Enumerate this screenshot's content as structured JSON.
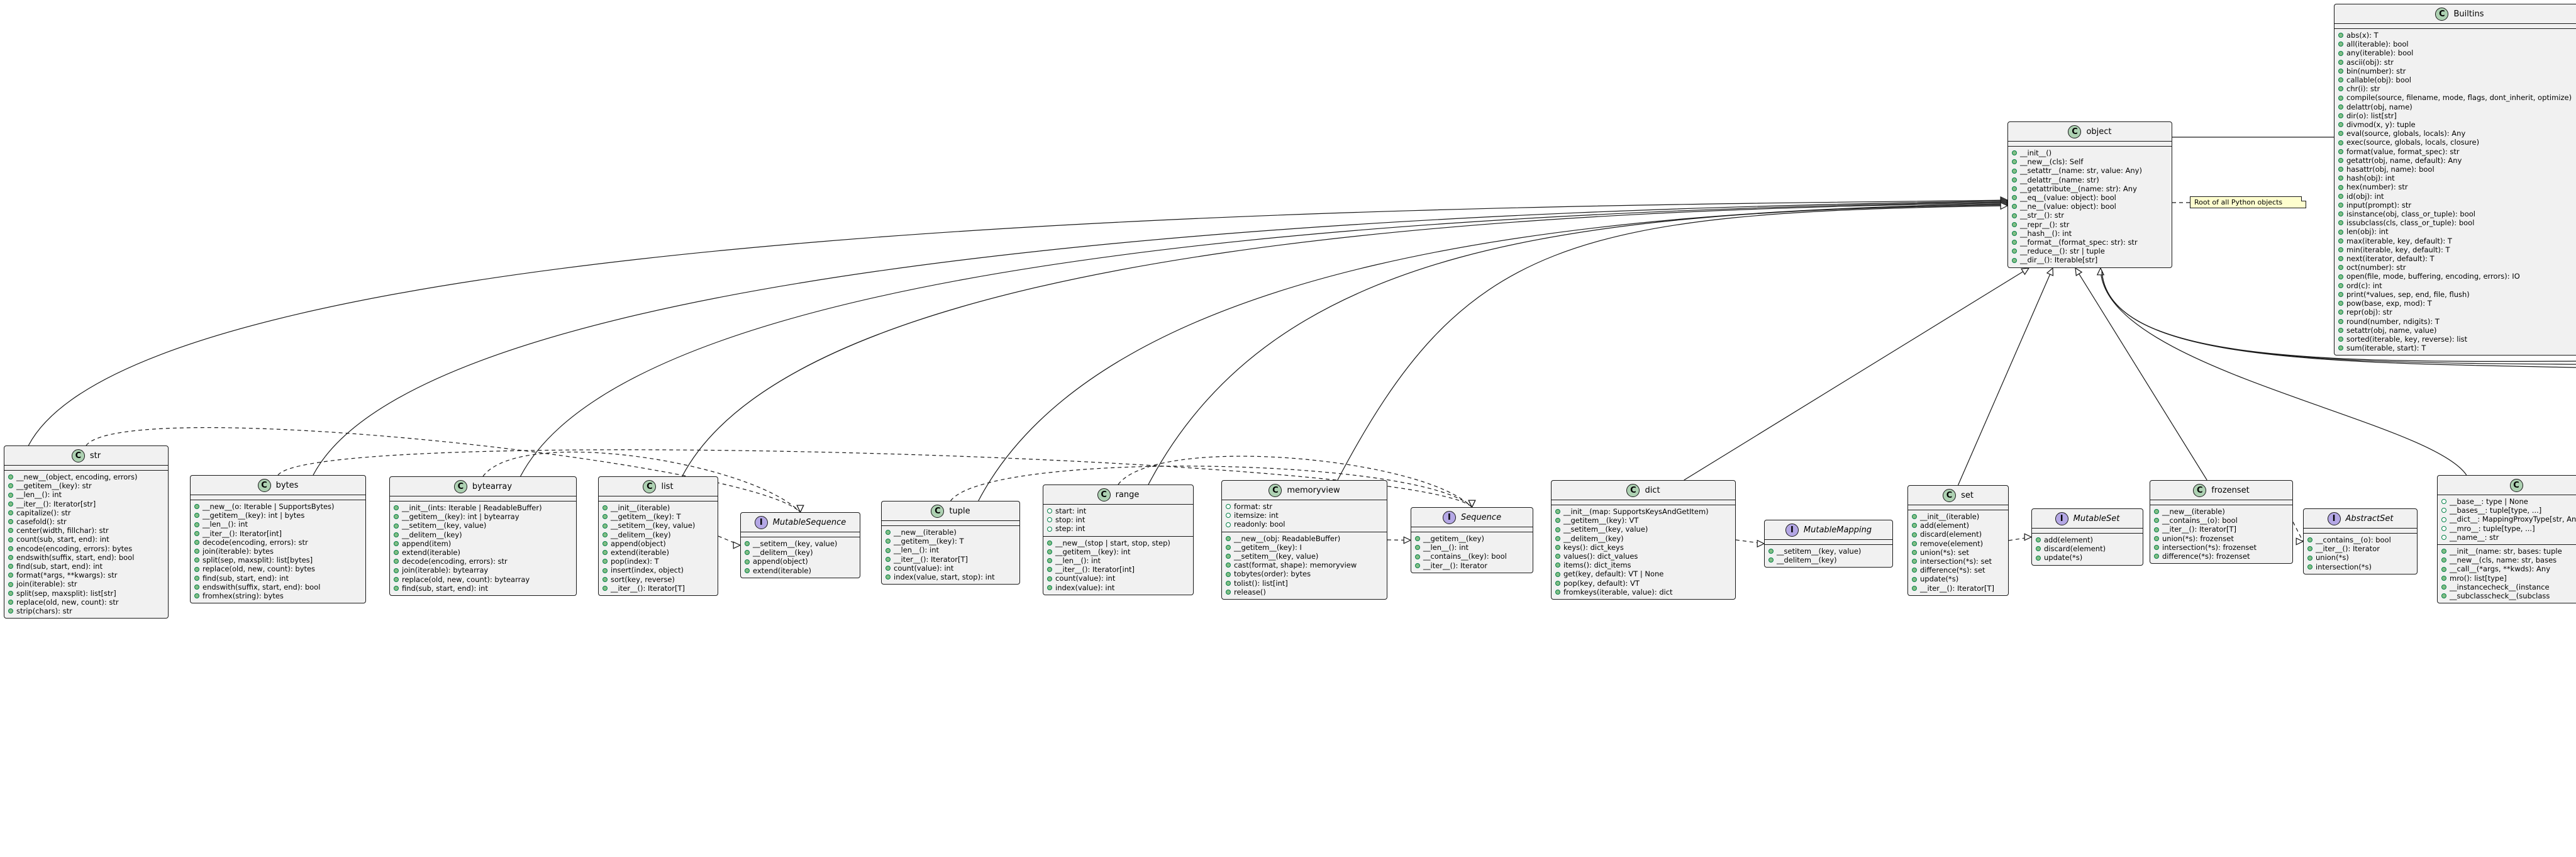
{
  "classes": [
    {
      "id": "object",
      "kind": "C",
      "name": "object",
      "fields": [],
      "methods": [
        "__init__()",
        "__new__(cls): Self",
        "__setattr__(name: str, value: Any)",
        "__delattr__(name: str)",
        "__getattribute__(name: str): Any",
        "__eq__(value: object): bool",
        "__ne__(value: object): bool",
        "__str__(): str",
        "__repr__(): str",
        "__hash__(): int",
        "__format__(format_spec: str): str",
        "__reduce__(): str | tuple",
        "__dir__(): Iterable[str]"
      ]
    },
    {
      "id": "builtins",
      "kind": "C",
      "name": "Builtins",
      "fields": [],
      "methods": [
        "abs(x): T",
        "all(iterable): bool",
        "any(iterable): bool",
        "ascii(obj): str",
        "bin(number): str",
        "callable(obj): bool",
        "chr(i): str",
        "compile(source, filename, mode, flags, dont_inherit, optimize)",
        "delattr(obj, name)",
        "dir(o): list[str]",
        "divmod(x, y): tuple",
        "eval(source, globals, locals): Any",
        "exec(source, globals, locals, closure)",
        "format(value, format_spec): str",
        "getattr(obj, name, default): Any",
        "hasattr(obj, name): bool",
        "hash(obj): int",
        "hex(number): str",
        "id(obj): int",
        "input(prompt): str",
        "isinstance(obj, class_or_tuple): bool",
        "issubclass(cls, class_or_tuple): bool",
        "len(obj): int",
        "max(iterable, key, default): T",
        "min(iterable, key, default): T",
        "next(iterator, default): T",
        "oct(number): str",
        "open(file, mode, buffering, encoding, errors): IO",
        "ord(c): int",
        "print(*values, sep, end, file, flush)",
        "pow(base, exp, mod): T",
        "repr(obj): str",
        "round(number, ndigits): T",
        "setattr(obj, name, value)",
        "sorted(iterable, key, reverse): list",
        "sum(iterable, start): T"
      ]
    },
    {
      "id": "str",
      "kind": "C",
      "name": "str",
      "fields": [],
      "methods": [
        "__new__(object, encoding, errors)",
        "__getitem__(key): str",
        "__len__(): int",
        "__iter__(): Iterator[str]",
        "capitalize(): str",
        "casefold(): str",
        "center(width, fillchar): str",
        "count(sub, start, end): int",
        "encode(encoding, errors): bytes",
        "endswith(suffix, start, end): bool",
        "find(sub, start, end): int",
        "format(*args, **kwargs): str",
        "join(iterable): str",
        "split(sep, maxsplit): list[str]",
        "replace(old, new, count): str",
        "strip(chars): str"
      ]
    },
    {
      "id": "bytes",
      "kind": "C",
      "name": "bytes",
      "fields": [],
      "methods": [
        "__new__(o: Iterable | SupportsBytes)",
        "__getitem__(key): int | bytes",
        "__len__(): int",
        "__iter__(): Iterator[int]",
        "decode(encoding, errors): str",
        "join(iterable): bytes",
        "split(sep, maxsplit): list[bytes]",
        "replace(old, new, count): bytes",
        "find(sub, start, end): int",
        "endswith(suffix, start, end): bool",
        "fromhex(string): bytes"
      ]
    },
    {
      "id": "bytearray",
      "kind": "C",
      "name": "bytearray",
      "fields": [],
      "methods": [
        "__init__(ints: Iterable | ReadableBuffer)",
        "__getitem__(key): int | bytearray",
        "__setitem__(key, value)",
        "__delitem__(key)",
        "append(item)",
        "extend(iterable)",
        "decode(encoding, errors): str",
        "join(iterable): bytearray",
        "replace(old, new, count): bytearray",
        "find(sub, start, end): int"
      ]
    },
    {
      "id": "list",
      "kind": "C",
      "name": "list",
      "fields": [],
      "methods": [
        "__init__(iterable)",
        "__getitem__(key): T",
        "__setitem__(key, value)",
        "__delitem__(key)",
        "append(object)",
        "extend(iterable)",
        "pop(index): T",
        "insert(index, object)",
        "sort(key, reverse)",
        "__iter__(): Iterator[T]"
      ]
    },
    {
      "id": "mutableseq",
      "kind": "I",
      "name": "MutableSequence",
      "fields": [],
      "methods": [
        "__setitem__(key, value)",
        "__delitem__(key)",
        "append(object)",
        "extend(iterable)"
      ]
    },
    {
      "id": "tuple",
      "kind": "C",
      "name": "tuple",
      "fields": [],
      "methods": [
        "__new__(iterable)",
        "__getitem__(key): T",
        "__len__(): int",
        "__iter__(): Iterator[T]",
        "count(value): int",
        "index(value, start, stop): int"
      ]
    },
    {
      "id": "range",
      "kind": "C",
      "name": "range",
      "fields": [
        "start: int",
        "stop: int",
        "step: int"
      ],
      "methods": [
        "__new__(stop | start, stop, step)",
        "__getitem__(key): int",
        "__len__(): int",
        "__iter__(): Iterator[int]",
        "count(value): int",
        "index(value): int"
      ]
    },
    {
      "id": "memoryview",
      "kind": "C",
      "name": "memoryview",
      "fields": [
        "format: str",
        "itemsize: int",
        "readonly: bool"
      ],
      "methods": [
        "__new__(obj: ReadableBuffer)",
        "__getitem__(key): I",
        "__setitem__(key, value)",
        "cast(format, shape): memoryview",
        "tobytes(order): bytes",
        "tolist(): list[int]",
        "release()"
      ]
    },
    {
      "id": "sequence",
      "kind": "I",
      "name": "Sequence",
      "fields": [],
      "methods": [
        "__getitem__(key)",
        "__len__(): int",
        "__contains__(key): bool",
        "__iter__(): Iterator"
      ]
    },
    {
      "id": "dict",
      "kind": "C",
      "name": "dict",
      "fields": [],
      "methods": [
        "__init__(map: SupportsKeysAndGetItem)",
        "__getitem__(key): VT",
        "__setitem__(key, value)",
        "__delitem__(key)",
        "keys(): dict_keys",
        "values(): dict_values",
        "items(): dict_items",
        "get(key, default): VT | None",
        "pop(key, default): VT",
        "fromkeys(iterable, value): dict"
      ]
    },
    {
      "id": "mutablemapping",
      "kind": "I",
      "name": "MutableMapping",
      "fields": [],
      "methods": [
        "__setitem__(key, value)",
        "__delitem__(key)"
      ]
    },
    {
      "id": "set",
      "kind": "C",
      "name": "set",
      "fields": [],
      "methods": [
        "__init__(iterable)",
        "add(element)",
        "discard(element)",
        "remove(element)",
        "union(*s): set",
        "intersection(*s): set",
        "difference(*s): set",
        "update(*s)",
        "__iter__(): Iterator[T]"
      ]
    },
    {
      "id": "mutableset",
      "kind": "I",
      "name": "MutableSet",
      "fields": [],
      "methods": [
        "add(element)",
        "discard(element)",
        "update(*s)"
      ]
    },
    {
      "id": "frozenset",
      "kind": "C",
      "name": "frozenset",
      "fields": [],
      "methods": [
        "__new__(iterable)",
        "__contains__(o): bool",
        "__iter__(): Iterator[T]",
        "union(*s): frozenset",
        "intersection(*s): frozenset",
        "difference(*s): frozenset"
      ]
    },
    {
      "id": "abstractset",
      "kind": "I",
      "name": "AbstractSet",
      "fields": [],
      "methods": [
        "__contains__(o): bool",
        "__iter__(): Iterator",
        "union(*s)",
        "intersection(*s)"
      ]
    },
    {
      "id": "type",
      "kind": "C",
      "name": "",
      "fields": [
        "__base__: type | None",
        "__bases__: tuple[type, ...]",
        "__dict__: MappingProxyType[str, Any]",
        "__mro__: tuple[type, ...]",
        "__name__: str"
      ],
      "methods": [
        "__init__(name: str, bases: tuple",
        "__new__(cls, name: str, bases",
        "__call__(*args, **kwds): Any",
        "mro(): list[type]",
        "__instancecheck__(instance",
        "__subclasscheck__(subclass"
      ]
    }
  ],
  "note": {
    "text": "Root of all Python objects"
  }
}
